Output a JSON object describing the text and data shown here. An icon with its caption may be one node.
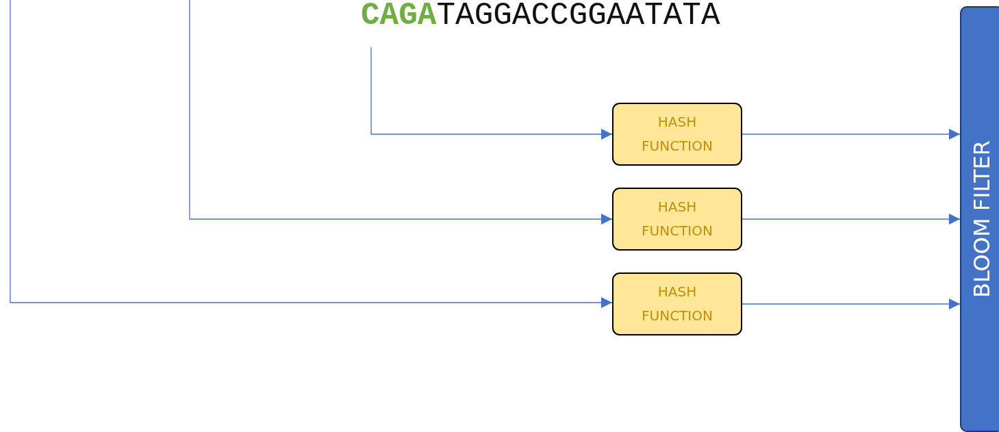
{
  "diagram": {
    "nodes": [
      {
        "text": [
          "**CAGA**TAGGACCGGAATATA"
        ]
      },
      {
        "text": [
          "HASH FUNCTION"
        ]
      },
      {
        "text": [
          "HASH FUNCTION"
        ]
      },
      {
        "text": [
          "HASH FUNCTION"
        ]
      },
      {
        "text": [
          "BLOOM FILTER"
        ]
      }
    ],
    "edges": [
      {
        "from": 0,
        "to": 1,
        "arrow": "to"
      },
      {
        "from": null,
        "to": 2,
        "arrow": "to"
      },
      {
        "from": null,
        "to": 3,
        "arrow": "to"
      },
      {
        "from": 1,
        "to": 4,
        "arrow": "to"
      },
      {
        "from": 2,
        "to": 4,
        "arrow": "to"
      },
      {
        "from": 3,
        "to": 4,
        "arrow": "to"
      }
    ]
  }
}
